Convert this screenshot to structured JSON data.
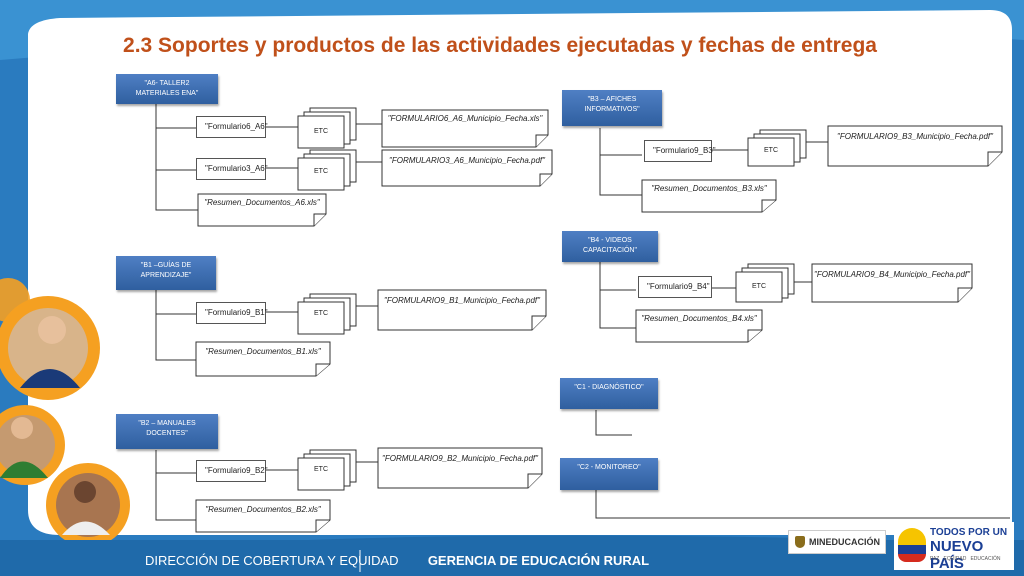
{
  "title": "2.3 Soportes y productos de las actividades ejecutadas y fechas de entrega",
  "etc_label": "ETC",
  "groups": {
    "a6": {
      "header": [
        "\"A6- TALLER2",
        "MATERIALES ENA\""
      ],
      "form1": "\"Formulario6_A6\"",
      "file1": "\"FORMULARIO6_A6_Municipio_Fecha.xls\"",
      "form2": "\"Formulario3_A6\"",
      "file2": "\"FORMULARIO3_A6_Municipio_Fecha.pdf\"",
      "summary": "\"Resumen_Documentos_A6.xls\""
    },
    "b1": {
      "header": [
        "\"B1 –GUÍAS DE",
        "APRENDIZAJE\""
      ],
      "form1": "\"Formulario9_B1\"",
      "file1": "\"FORMULARIO9_B1_Municipio_Fecha.pdf\"",
      "summary": "\"Resumen_Documentos_B1.xls\""
    },
    "b2": {
      "header": [
        "\"B2 – MANUALES",
        "DOCENTES\""
      ],
      "form1": "\"Formulario9_B2\"",
      "file1": "\"FORMULARIO9_B2_Municipio_Fecha.pdf\"",
      "summary": "\"Resumen_Documentos_B2.xls\""
    },
    "b3": {
      "header": [
        "\"B3 – AFICHES",
        "INFORMATIVOS\""
      ],
      "form1": "\"Formulario9_B3\"",
      "file1": "\"FORMULARIO9_B3_Municipio_Fecha.pdf\"",
      "summary": "\"Resumen_Documentos_B3.xls\""
    },
    "b4": {
      "header": [
        "\"B4 - VIDEOS",
        "CAPACITACIÓN\""
      ],
      "form1": "\"Formulario9_B4\"",
      "file1": "\"FORMULARIO9_B4_Municipio_Fecha.pdf\"",
      "summary": "\"Resumen_Documentos_B4.xls\""
    },
    "c1": {
      "header": [
        "\"C1 - DIAGNÓSTICO\""
      ]
    },
    "c2": {
      "header": [
        "\"C2 - MONITOREO\""
      ]
    }
  },
  "footer": {
    "left": "DIRECCIÓN DE COBERTURA Y EQUIDAD",
    "right": "GERENCIA DE EDUCACIÓN RURAL"
  },
  "logos": {
    "mineducacion": "MINEDUCACIÓN",
    "nuevo_pais_line1": "TODOS POR UN",
    "nuevo_pais_line2": "NUEVO PAÍS",
    "nuevo_pais_tagline": "PAZ   EQUIDAD   EDUCACIÓN"
  },
  "colors": {
    "title": "#c0501a",
    "header_box": "#3c6eb4",
    "background": "#2a7bbf",
    "orange_ring": "#f5a021"
  }
}
